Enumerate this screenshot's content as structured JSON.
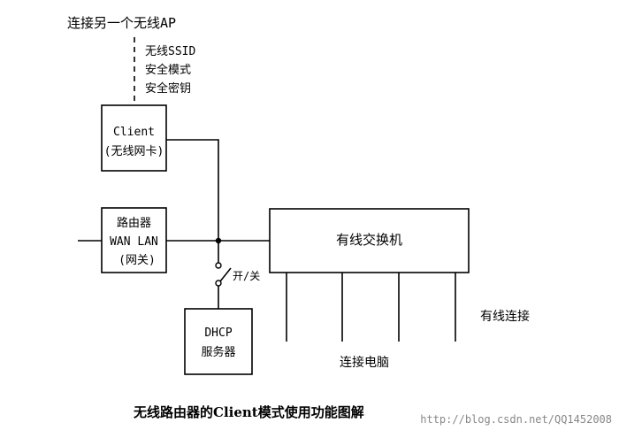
{
  "top_label": "连接另一个无线AP",
  "wireless_config": {
    "ssid": "无线SSID",
    "security_mode": "安全模式",
    "security_key": "安全密钥"
  },
  "client_box": {
    "line1": "Client",
    "line2": "(无线网卡)"
  },
  "router_box": {
    "line1": "路由器",
    "line2": "WAN LAN",
    "line3": "(网关)"
  },
  "switch_box": {
    "label": "有线交换机"
  },
  "switch_toggle_label": "开/关",
  "dhcp_box": {
    "line1": "DHCP",
    "line2": "服务器"
  },
  "wired_connection_label": "有线连接",
  "connected_pcs_label": "连接电脑",
  "caption": "无线路由器的Client模式使用功能图解",
  "watermark": "http://blog.csdn.net/QQ1452008"
}
